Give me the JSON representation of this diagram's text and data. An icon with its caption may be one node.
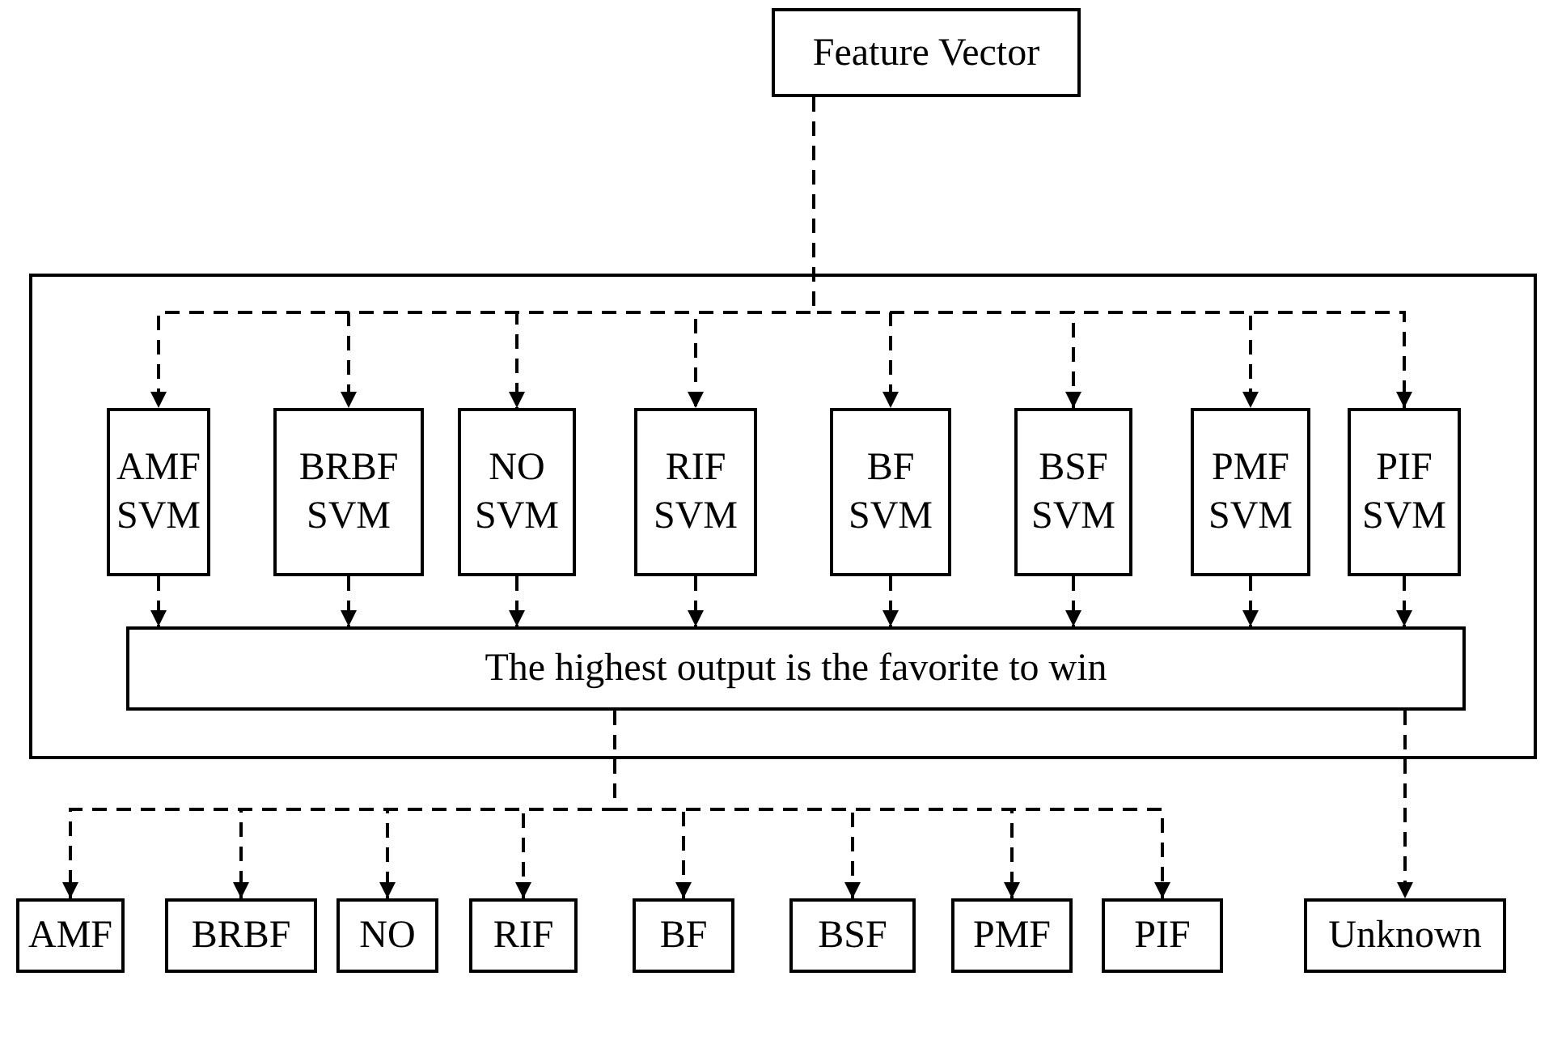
{
  "diagram": {
    "nodes": [
      {
        "text": [
          "Feature Vector"
        ]
      },
      {
        "text": [],
        "shape": "box"
      },
      {
        "text": [
          "AMF SVM"
        ],
        "in": 1
      },
      {
        "text": [
          "BRBF SVM"
        ],
        "in": 1
      },
      {
        "text": [
          "NO SVM"
        ],
        "in": 1
      },
      {
        "text": [
          "RIF SVM"
        ],
        "in": 1
      },
      {
        "text": [
          "BF SVM"
        ],
        "in": 1
      },
      {
        "text": [
          "BSF SVM"
        ],
        "in": 1
      },
      {
        "text": [
          "PMF SVM"
        ],
        "in": 1
      },
      {
        "text": [
          "PIF SVM"
        ],
        "in": 1
      },
      {
        "text": [
          "The highest output is the favorite to win"
        ],
        "in": 1
      },
      {
        "text": [
          "AMF"
        ]
      },
      {
        "text": [
          "BRBF"
        ]
      },
      {
        "text": [
          "NO"
        ]
      },
      {
        "text": [
          "RIF"
        ]
      },
      {
        "text": [
          "BF"
        ]
      },
      {
        "text": [
          "BSF"
        ]
      },
      {
        "text": [
          "PMF"
        ]
      },
      {
        "text": [
          "PIF"
        ]
      },
      {
        "text": [
          "Unknown"
        ]
      }
    ],
    "edges": [
      {
        "from": 0,
        "to": 2,
        "arrow": "to",
        "style": "dashed"
      },
      {
        "from": 0,
        "to": 3,
        "arrow": "to",
        "style": "dashed"
      },
      {
        "from": 0,
        "to": 4,
        "arrow": "to",
        "style": "dashed"
      },
      {
        "from": 0,
        "to": 5,
        "arrow": "to",
        "style": "dashed"
      },
      {
        "from": 0,
        "to": 6,
        "arrow": "to",
        "style": "dashed"
      },
      {
        "from": 0,
        "to": 7,
        "arrow": "to",
        "style": "dashed"
      },
      {
        "from": 0,
        "to": 8,
        "arrow": "to",
        "style": "dashed"
      },
      {
        "from": 0,
        "to": 9,
        "arrow": "to",
        "style": "dashed"
      },
      {
        "from": 2,
        "to": 10,
        "arrow": "to",
        "style": "dashed"
      },
      {
        "from": 3,
        "to": 10,
        "arrow": "to",
        "style": "dashed"
      },
      {
        "from": 4,
        "to": 10,
        "arrow": "to",
        "style": "dashed"
      },
      {
        "from": 5,
        "to": 10,
        "arrow": "to",
        "style": "dashed"
      },
      {
        "from": 6,
        "to": 10,
        "arrow": "to",
        "style": "dashed"
      },
      {
        "from": 7,
        "to": 10,
        "arrow": "to",
        "style": "dashed"
      },
      {
        "from": 8,
        "to": 10,
        "arrow": "to",
        "style": "dashed"
      },
      {
        "from": 9,
        "to": 10,
        "arrow": "to",
        "style": "dashed"
      },
      {
        "from": 10,
        "to": 11,
        "arrow": "to",
        "style": "dashed"
      },
      {
        "from": 10,
        "to": 12,
        "arrow": "to",
        "style": "dashed"
      },
      {
        "from": 10,
        "to": 13,
        "arrow": "to",
        "style": "dashed"
      },
      {
        "from": 10,
        "to": 14,
        "arrow": "to",
        "style": "dashed"
      },
      {
        "from": 10,
        "to": 15,
        "arrow": "to",
        "style": "dashed"
      },
      {
        "from": 10,
        "to": 16,
        "arrow": "to",
        "style": "dashed"
      },
      {
        "from": 10,
        "to": 17,
        "arrow": "to",
        "style": "dashed"
      },
      {
        "from": 10,
        "to": 18,
        "arrow": "to",
        "style": "dashed"
      },
      {
        "from": 10,
        "to": 19,
        "arrow": "to",
        "style": "dashed"
      }
    ]
  }
}
